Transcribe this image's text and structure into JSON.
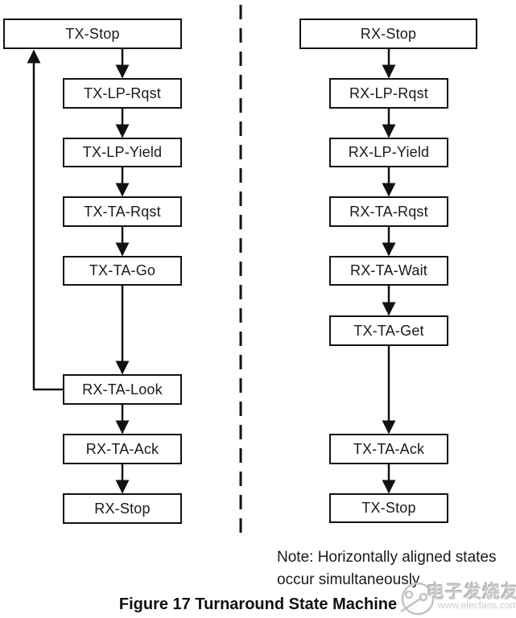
{
  "diagram": {
    "caption": "Figure 17 Turnaround State Machine",
    "note": "Note: Horizontally aligned states occur simultaneously.",
    "tx_column": {
      "states": [
        {
          "label": "TX-Stop"
        },
        {
          "label": "TX-LP-Rqst"
        },
        {
          "label": "TX-LP-Yield"
        },
        {
          "label": "TX-TA-Rqst"
        },
        {
          "label": "TX-TA-Go"
        },
        {
          "label": "RX-TA-Look"
        },
        {
          "label": "RX-TA-Ack"
        },
        {
          "label": "RX-Stop"
        }
      ],
      "loop_back": {
        "from": "RX-TA-Look",
        "to": "TX-Stop"
      }
    },
    "rx_column": {
      "states": [
        {
          "label": "RX-Stop"
        },
        {
          "label": "RX-LP-Rqst"
        },
        {
          "label": "RX-LP-Yield"
        },
        {
          "label": "RX-TA-Rqst"
        },
        {
          "label": "RX-TA-Wait"
        },
        {
          "label": "TX-TA-Get"
        },
        {
          "label": "TX-TA-Ack"
        },
        {
          "label": "TX-Stop"
        }
      ]
    },
    "colors": {
      "line": "#111111",
      "background": "#ffffff",
      "watermark": "#c3c3c3"
    }
  },
  "watermark": {
    "brand": "电子发烧友",
    "url": "www.elecfans.com"
  }
}
